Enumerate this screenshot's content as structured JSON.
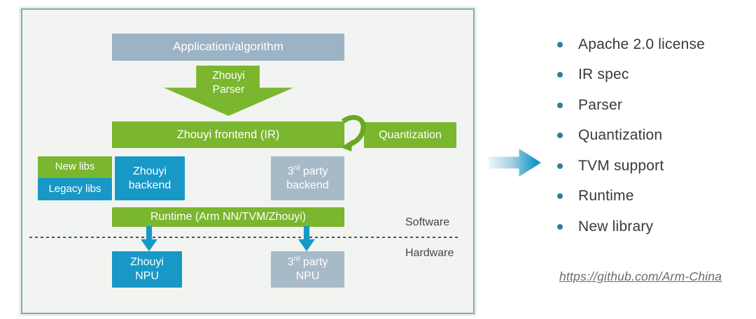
{
  "diagram": {
    "application_box": "Application/algorithm",
    "parser_arrow": {
      "line1": "Zhouyi",
      "line2": "Parser"
    },
    "frontend_bar": "Zhouyi frontend  (IR)",
    "quantization_box": "Quantization",
    "new_libs_box": "New libs",
    "legacy_libs_box": "Legacy libs",
    "zhouyi_backend_box": {
      "line1": "Zhouyi",
      "line2": "backend"
    },
    "third_party_backend_box": {
      "num": "3",
      "sup": "rd",
      "tail": " party",
      "line2": "backend"
    },
    "runtime_bar": "Runtime (Arm NN/TVM/Zhouyi)",
    "software_label": "Software",
    "hardware_label": "Hardware",
    "zhouyi_npu_box": {
      "line1": "Zhouyi",
      "line2": "NPU"
    },
    "third_party_npu_box": {
      "num": "3",
      "sup": "rd",
      "tail": " party",
      "line2": "NPU"
    }
  },
  "right_panel": {
    "items": [
      "Apache 2.0 license",
      "IR spec",
      "Parser",
      "Quantization",
      "TVM support",
      "Runtime",
      "New library"
    ],
    "link": "https://github.com/Arm-China"
  },
  "colors": {
    "green": "#7ab62e",
    "teal": "#1898c6",
    "gray_blue_dark": "#9cb3c6",
    "gray_blue_light": "#a7bac8",
    "panel_background": "#f2f4f1",
    "panel_border": "#86aaa9",
    "bullet_dot": "#2d7f96",
    "dashed_line": "#49545f",
    "link_text": "#6b6b6b"
  }
}
